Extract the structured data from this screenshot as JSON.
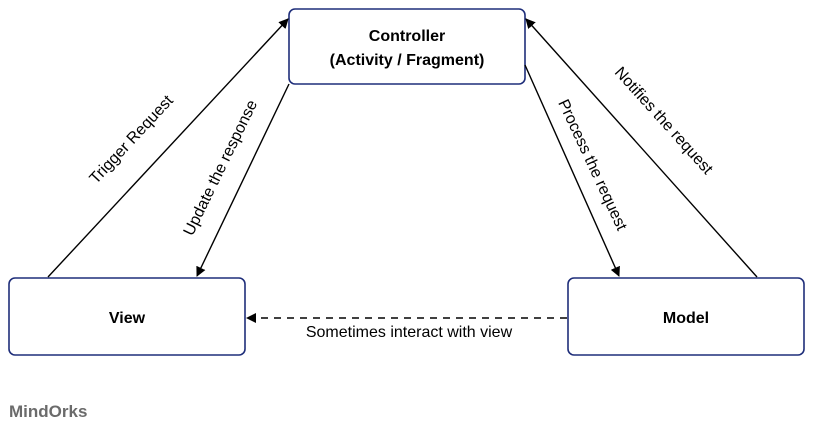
{
  "diagram": {
    "nodes": {
      "controller": {
        "line1": "Controller",
        "line2": "(Activity / Fragment)"
      },
      "view": {
        "label": "View"
      },
      "model": {
        "label": "Model"
      }
    },
    "edges": {
      "trigger_request": "Trigger Request",
      "update_response": "Update the response",
      "process_request": "Process the request",
      "notifies_request": "Notifies the request",
      "sometimes_interact": "Sometimes interact with view"
    },
    "colors": {
      "box_border": "#1f2e7a",
      "arrow": "#000000"
    }
  },
  "footer": {
    "brand": "MindOrks"
  }
}
